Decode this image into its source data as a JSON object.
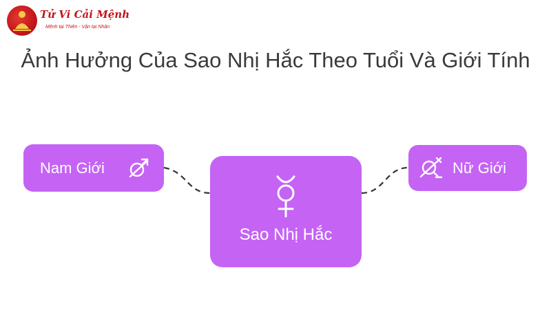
{
  "logo": {
    "title": "Tử Vi Cải Mệnh",
    "slogan": "Mệnh tại Thiên - Vận tại Nhân"
  },
  "title": "Ảnh Hưởng Của Sao Nhị Hắc Theo Tuổi Và Giới Tính",
  "nodes": {
    "male": {
      "label": "Nam Giới",
      "icon": "male-symbol-icon"
    },
    "center": {
      "label": "Sao Nhị Hắc",
      "icon": "mercury-symbol-icon"
    },
    "female": {
      "label": "Nữ Giới",
      "icon": "female-symbol-icon"
    }
  },
  "colors": {
    "node": "#c563f5",
    "node_text": "#ffffff",
    "title_text": "#3a3a3a",
    "connector": "#333333",
    "brand": "#c4161c"
  }
}
